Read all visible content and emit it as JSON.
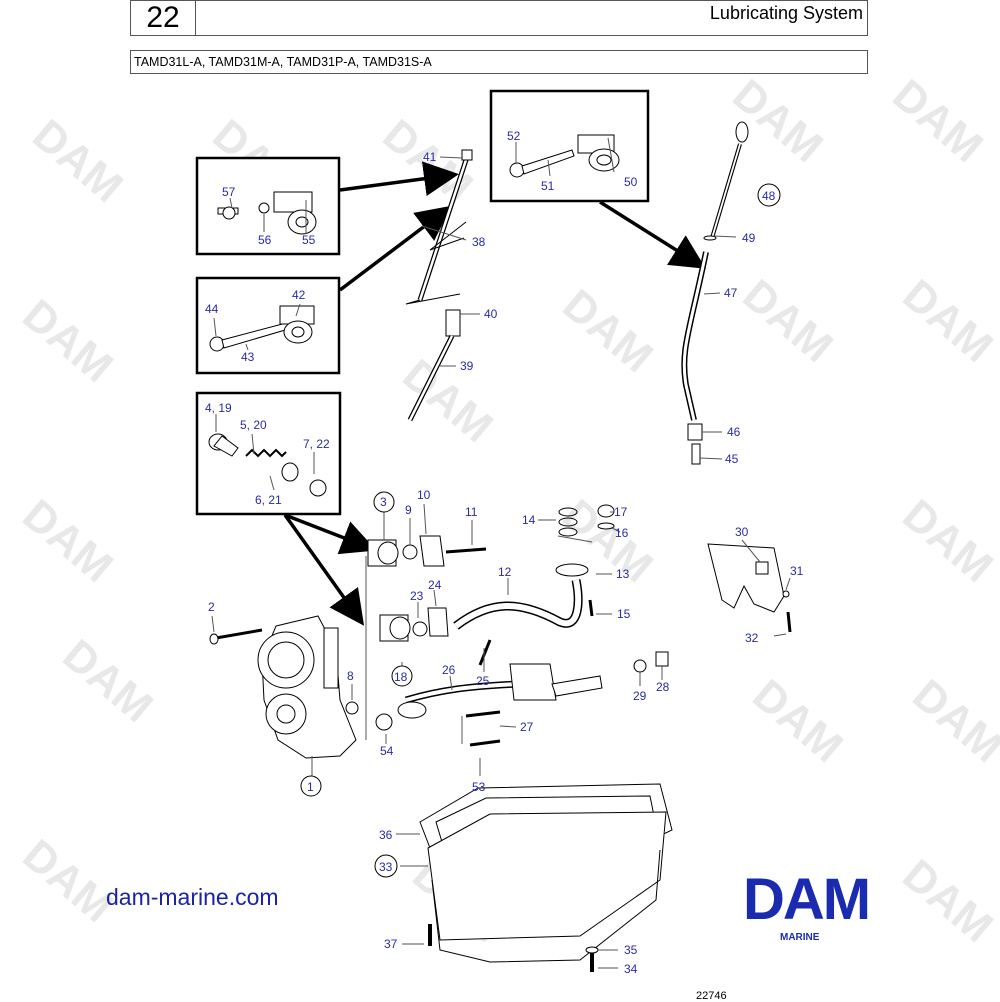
{
  "header": {
    "page_number": "22",
    "section_title": "Lubricating System"
  },
  "models": "TAMD31L-A, TAMD31M-A, TAMD31P-A, TAMD31S-A",
  "watermark_text": "DAM",
  "footer": {
    "website": "dam-marine.com",
    "brand": "DAM",
    "brand_sub": "MARINE",
    "drawing_number": "22746"
  },
  "colors": {
    "label": "#2a2aa8",
    "brand": "#1a2bb0",
    "watermark": "#e8e8e8"
  },
  "callouts": {
    "c1": "1",
    "c2": "2",
    "c3": "3",
    "c4_19": "4, 19",
    "c5_20": "5, 20",
    "c6_21": "6, 21",
    "c7_22": "7, 22",
    "c8": "8",
    "c9": "9",
    "c10": "10",
    "c11": "11",
    "c12": "12",
    "c13": "13",
    "c14": "14",
    "c15": "15",
    "c16": "16",
    "c17": "17",
    "c18": "18",
    "c23": "23",
    "c24": "24",
    "c25": "25",
    "c26": "26",
    "c27": "27",
    "c28": "28",
    "c29": "29",
    "c30": "30",
    "c31": "31",
    "c32": "32",
    "c33": "33",
    "c34": "34",
    "c35": "35",
    "c36": "36",
    "c37": "37",
    "c38": "38",
    "c39": "39",
    "c40": "40",
    "c41": "41",
    "c42": "42",
    "c43": "43",
    "c44": "44",
    "c45": "45",
    "c46": "46",
    "c47": "47",
    "c48": "48",
    "c49": "49",
    "c50": "50",
    "c51": "51",
    "c52": "52",
    "c53": "53",
    "c54": "54",
    "c55": "55",
    "c56": "56",
    "c57": "57"
  }
}
